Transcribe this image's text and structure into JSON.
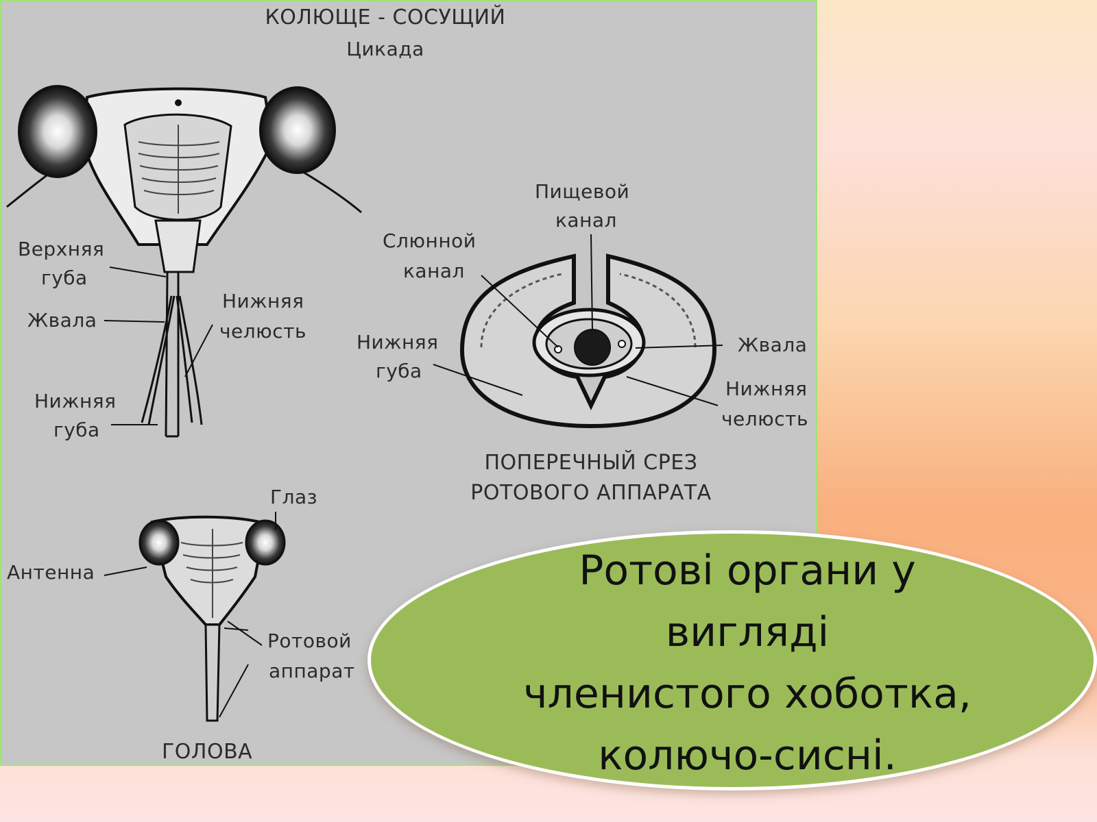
{
  "diagram": {
    "title": "КОЛЮЩЕ - СОСУЩИЙ",
    "subtitle": "Цикада",
    "head_labels": {
      "upper_lip_1": "Верхняя",
      "upper_lip_2": "губа",
      "mandibles": "Жвала",
      "maxilla_1": "Нижняя",
      "maxilla_2": "челюсть",
      "lower_lip_1": "Нижняя",
      "lower_lip_2": "губа"
    },
    "section_labels": {
      "food_canal_1": "Пищевой",
      "food_canal_2": "канал",
      "salivary_1": "Слюнной",
      "salivary_2": "канал",
      "lower_lip_1": "Нижняя",
      "lower_lip_2": "губа",
      "mandibles": "Жвала",
      "maxilla_1": "Нижняя",
      "maxilla_2": "челюсть",
      "caption_1": "ПОПЕРЕЧНЫЙ СРЕЗ",
      "caption_2": "РОТОВОГО АППАРАТА"
    },
    "small_head_labels": {
      "eye": "Глаз",
      "antenna": "Антенна",
      "mouthparts_1": "Ротовой",
      "mouthparts_2": "аппарат",
      "caption": "ГОЛОВА"
    }
  },
  "caption": {
    "line1": "Ротові органи у",
    "line2": "вигляді",
    "line3": "членистого хоботка,",
    "line4": "колючо-сисні."
  },
  "colors": {
    "panel_background": "#c6c6c6",
    "panel_border": "#9fe37a",
    "caption_fill": "#9bbb59",
    "caption_border": "#ffffff"
  }
}
